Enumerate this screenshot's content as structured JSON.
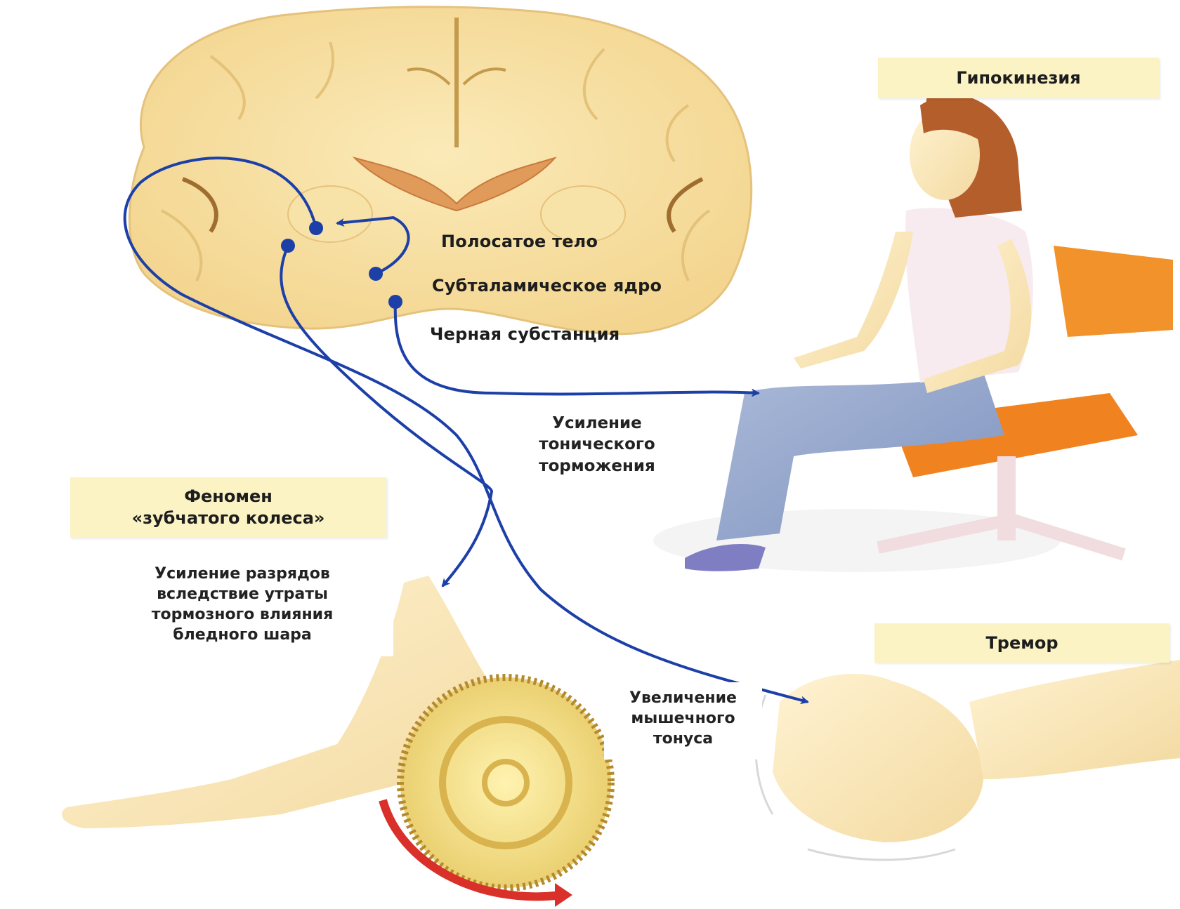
{
  "brain": {
    "striatum": "Полосатое тело",
    "subthalamic_nucleus": "Субталамическое ядро",
    "substantia_nigra": "Черная субстанция"
  },
  "symptoms": {
    "hypokinesia": "Гипокинезия",
    "tonic_inhibition": [
      "Усиление",
      "тонического",
      "торможения"
    ],
    "cogwheel_title": [
      "Феномен",
      "«зубчатого колеса»"
    ],
    "cogwheel_note": [
      "Усиление разрядов",
      "вследствие утраты",
      "тормозного влияния",
      "бледного шара"
    ],
    "tremor": "Тремор",
    "muscle_tone": [
      "Увеличение",
      "мышечного",
      "тонуса"
    ]
  },
  "colors": {
    "pathway": "#1c3fa8",
    "rotation_arrow": "#d9302a",
    "label_box": "#fbf3c4"
  }
}
